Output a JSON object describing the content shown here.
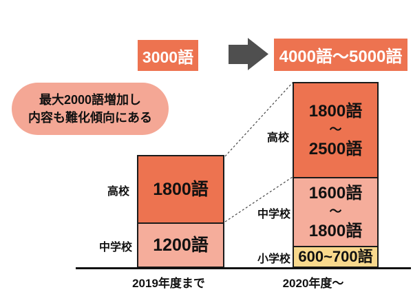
{
  "header": {
    "before_total": "3000語",
    "after_total": "4000語〜5000語"
  },
  "callout": {
    "line1": "最大2000語増加し",
    "line2": "内容も難化傾向にある"
  },
  "before": {
    "axis_label": "2019年度まで",
    "segments": [
      {
        "group": "高校",
        "value": "1800語"
      },
      {
        "group": "中学校",
        "value": "1200語"
      }
    ]
  },
  "after": {
    "axis_label": "2020年度〜",
    "segments": [
      {
        "group": "高校",
        "line1": "1800語",
        "line2": "〜",
        "line3": "2500語"
      },
      {
        "group": "中学校",
        "line1": "1600語",
        "line2": "〜",
        "line3": "1800語"
      },
      {
        "group": "小学校",
        "line1": "600~700語"
      }
    ]
  },
  "colors": {
    "dark_orange": "#ED7350",
    "salmon": "#F5AD9B",
    "yellow": "#F9D98D",
    "callout_pink": "#F4A795",
    "arrow_gray": "#4F4F4F",
    "axis_black": "#111111"
  },
  "chart_data": {
    "type": "bar",
    "title": "",
    "categories": [
      "2019年度まで",
      "2020年度〜"
    ],
    "series": [
      {
        "name": "小学校",
        "values": [
          0,
          650
        ],
        "labels": [
          "",
          "600~700語"
        ]
      },
      {
        "name": "中学校",
        "values": [
          1200,
          1700
        ],
        "labels": [
          "1200語",
          "1600語〜1800語"
        ]
      },
      {
        "name": "高校",
        "values": [
          1800,
          2150
        ],
        "labels": [
          "1800語",
          "1800語〜2500語"
        ]
      }
    ],
    "stacked": true,
    "totals": {
      "before": "3000語",
      "after": "4000語〜5000語"
    },
    "annotation": "最大2000語増加し内容も難化傾向にある",
    "legend_position": "beside-bars",
    "grid": false
  }
}
